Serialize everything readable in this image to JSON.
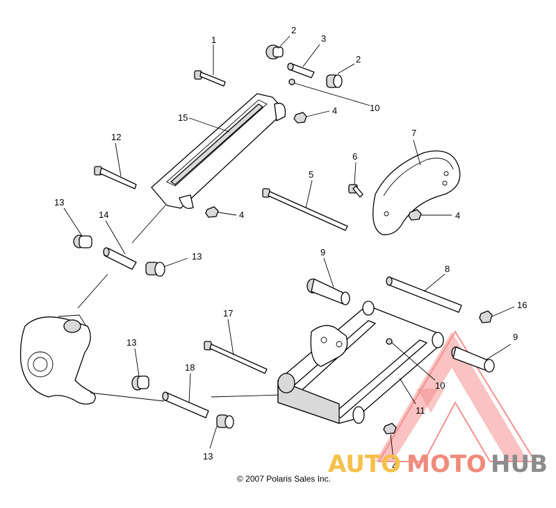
{
  "callouts": {
    "c1": "1",
    "c2a": "2",
    "c2b": "2",
    "c3": "3",
    "c4a": "4",
    "c4b": "4",
    "c4c": "4",
    "c4d": "4",
    "c5": "5",
    "c6": "6",
    "c7": "7",
    "c8": "8",
    "c9a": "9",
    "c9b": "9",
    "c10a": "10",
    "c10b": "10",
    "c11": "11",
    "c12": "12",
    "c13a": "13",
    "c13b": "13",
    "c13c": "13",
    "c13d": "13",
    "c14": "14",
    "c15": "15",
    "c16": "16",
    "c17": "17",
    "c18": "18"
  },
  "copyright": "© 2007 Polaris Sales Inc.",
  "watermark": {
    "auto": "AUTO",
    "moto": "MOTO",
    "hub": "HUB",
    "colors": {
      "auto": "#f5c04a",
      "moto": "#f08a7a",
      "hub": "#8c8c8c",
      "triangle": "#f26b6b"
    }
  }
}
